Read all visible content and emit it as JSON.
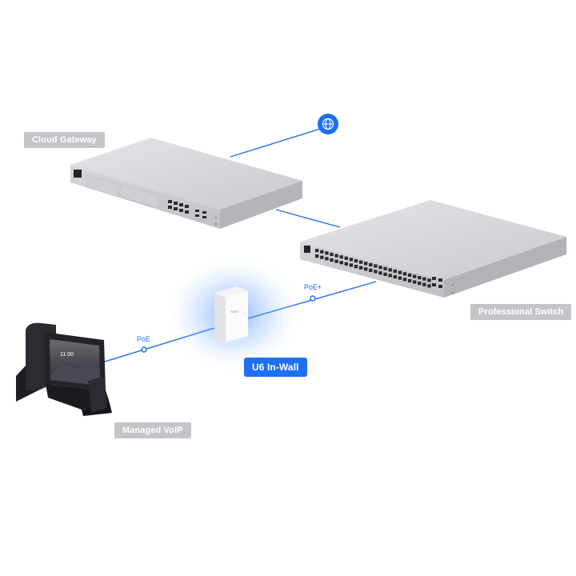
{
  "labels": {
    "cloud_gateway": "Cloud Gateway",
    "professional_switch": "Professional Switch",
    "managed_voip": "Managed VoIP",
    "u6_in_wall": "U6 In-Wall"
  },
  "links": {
    "poe": "PoE",
    "poe_plus": "PoE+"
  },
  "phone_screen_time": "11:00",
  "icons": {
    "internet": "globe-icon"
  },
  "colors": {
    "accent_blue": "#1e6ff2",
    "label_grey": "#c3c5c9",
    "device_silver": "#dcdde1"
  }
}
